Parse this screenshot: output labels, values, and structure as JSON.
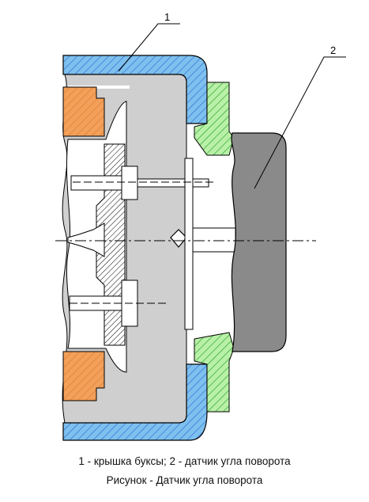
{
  "callouts": [
    {
      "number": "1",
      "part": "крышка буксы"
    },
    {
      "number": "2",
      "part": "датчик угла поворота"
    }
  ],
  "caption": {
    "legend": "1 - крышка буксы; 2 - датчик угла поворота",
    "title": "Рисунок - Датчик угла поворота"
  },
  "colors": {
    "cover_hatch": "#2e6cd6",
    "orange_hatch": "#e07a2e",
    "green_hatch": "#25a025",
    "interior_gray": "#cfcfcf",
    "sensor_gray": "#8a8a8a"
  }
}
